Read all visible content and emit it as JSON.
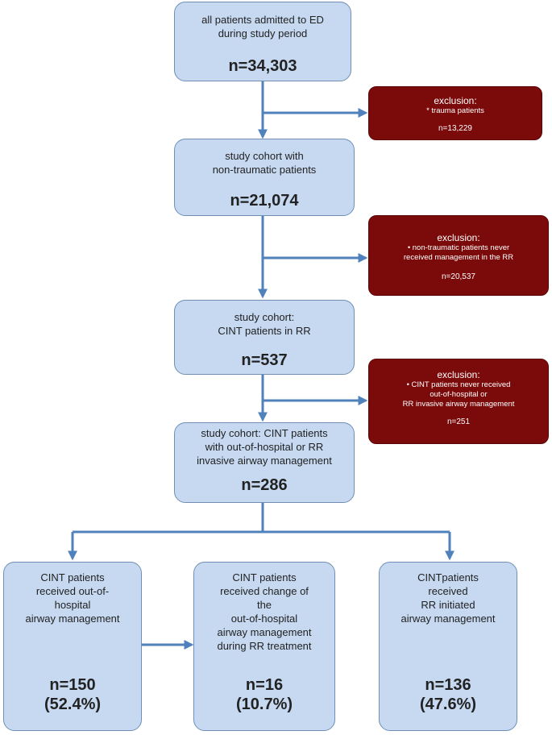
{
  "box1": {
    "text": "all patients admitted to ED\nduring study period",
    "n": "n=34,303"
  },
  "ex1": {
    "heading": "exclusion:",
    "detail": "* trauma patients",
    "n": "n=13,229"
  },
  "box2": {
    "text": "study cohort with\nnon-traumatic patients",
    "n": "n=21,074"
  },
  "ex2": {
    "heading": "exclusion:",
    "detail": "•   non-traumatic patients never\nreceived management  in the RR",
    "n": "n=20,537"
  },
  "box3": {
    "text": "study cohort:\nCINT patients in RR",
    "n": "n=537"
  },
  "ex3": {
    "heading": "exclusion:",
    "detail": "•   CINT patients never received\nout-of-hospital or\nRR invasive airway management",
    "n": "n=251"
  },
  "box4": {
    "text": "study cohort: CINT patients\nwith out-of-hospital or RR\ninvasive airway management",
    "n": "n=286"
  },
  "box5": {
    "text": "CINT patients\nreceived out-of-\nhospital\nairway management",
    "n": "n=150\n(52.4%)"
  },
  "box6": {
    "text": "CINT patients\nreceived change of\nthe\nout-of-hospital\nairway management\nduring RR treatment",
    "n": "n=16\n(10.7%)"
  },
  "box7": {
    "text": "CINTpatients\nreceived\nRR initiated\nairway management",
    "n": "n=136\n(47.6%)"
  },
  "colors": {
    "box_fill": "#c6d9f1",
    "exclusion_fill": "#7b0a0a",
    "arrow": "#4f81bd"
  }
}
